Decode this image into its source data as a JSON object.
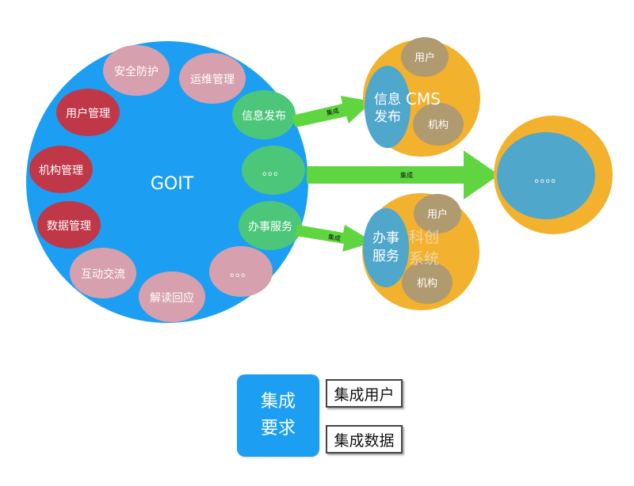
{
  "colors": {
    "main_circle": "#1c9ff2",
    "pink_node": "#d7a0ae",
    "red_node": "#c03748",
    "green_node": "#4cc77a",
    "orange_circle": "#f3b22e",
    "system_blue": "#4fa7cc",
    "tan_node": "#b09a70",
    "arrow_green": "#5fd640"
  },
  "goit": {
    "title": "GOIT",
    "nodes": {
      "security": "安全防护",
      "ops": "运维管理",
      "user_mgmt": "用户管理",
      "org_mgmt": "机构管理",
      "data_mgmt": "数据管理",
      "interaction": "互动交流",
      "interpret": "解读回应",
      "more_pink": "。。。",
      "info_publish": "信息发布",
      "more_green": "。。。",
      "service": "办事服务"
    }
  },
  "arrows": {
    "to_cms": "集成",
    "to_more": "集成",
    "to_kc": "集成"
  },
  "cms": {
    "title": "CMS",
    "core_line1": "信息",
    "core_line2": "发布",
    "user": "用户",
    "org": "机构"
  },
  "kc": {
    "title_line1": "科创",
    "title_line2": "系统",
    "core_line1": "办事",
    "core_line2": "服务",
    "user": "用户",
    "org": "机构"
  },
  "more_system": {
    "label": "。。。。"
  },
  "requirements": {
    "box_line1": "集成",
    "box_line2": "要求",
    "item1": "集成用户",
    "item2": "集成数据"
  }
}
